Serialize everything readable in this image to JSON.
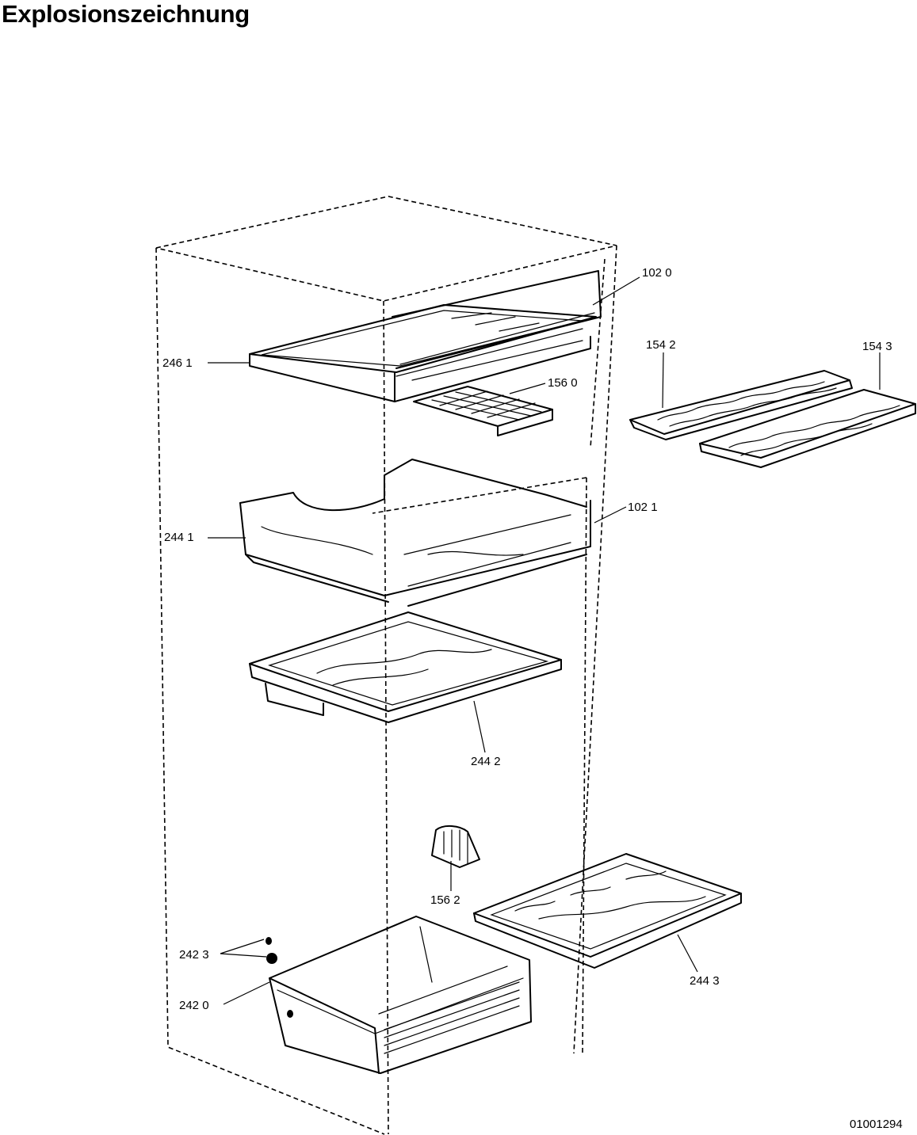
{
  "title": "Explosionszeichnung",
  "document_number": "01001294",
  "parts": {
    "p1020": "102 0",
    "p2461": "246  1",
    "p1560": "156 0",
    "p1542": "154 2",
    "p1543": "154 3",
    "p1021": "102 1",
    "p2441": "244 1",
    "p2442": "244 2",
    "p1562": "156 2",
    "p2423": "242 3",
    "p2420": "242  0",
    "p2443": "244 3"
  }
}
